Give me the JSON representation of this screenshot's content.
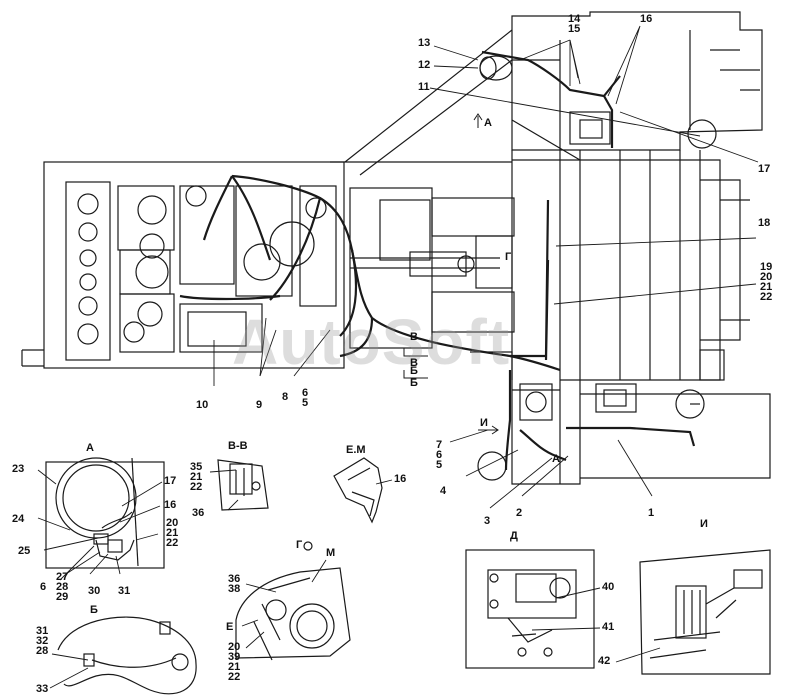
{
  "watermark": "AutoSoft",
  "views": {
    "A": "А",
    "BB": "В-В",
    "EM": "Е.М",
    "B": "Б",
    "D": "Д",
    "I": "И"
  },
  "main_marks": {
    "arrow_A": "А",
    "G": "Г",
    "V1": "В",
    "V2": "В",
    "B1": "Б",
    "B2": "Б",
    "I": "И",
    "A2": "А"
  },
  "callouts": {
    "c1": "1",
    "c2": "2",
    "c3": "3",
    "c4": "4",
    "c8": "8",
    "c9": "9",
    "c10": "10",
    "c11": "11",
    "c12": "12",
    "c13": "13",
    "c16": "16",
    "c17": "17",
    "c18": "18",
    "stack_14_15": "14\n15",
    "stack_19_22": "19\n20\n21\n22",
    "stack_6_5": "6\n5",
    "stack_7_6_5": "7\n6\n5",
    "a23": "23",
    "a24": "24",
    "a25": "25",
    "a17": "17",
    "a16": "16",
    "a_stack_20_22": "20\n21\n22",
    "a6": "6",
    "a_stack_27_29": "27\n28\n29",
    "a30": "30",
    "a31": "31",
    "bb_stack": "35\n21\n22",
    "bb36": "36",
    "em16": "16",
    "g_G": "Г",
    "g_M": "М",
    "g_stack_36_38": "36\n38",
    "g_E": "Е",
    "g_stack_20_22": "20\n39\n21\n22",
    "b_stack": "31\n32\n28",
    "b33": "33",
    "d40": "40",
    "d41": "41",
    "i42": "42"
  }
}
